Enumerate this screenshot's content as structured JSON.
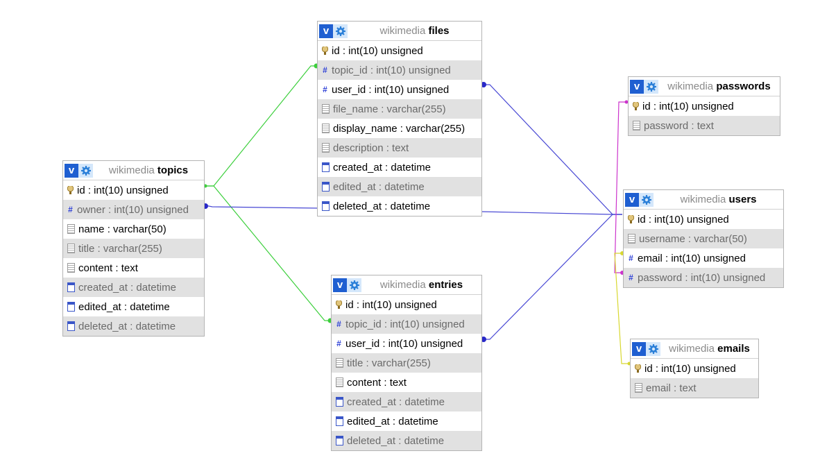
{
  "colors": {
    "green": "#3ccf3c",
    "blue": "#4848d4",
    "magenta": "#cc33cc",
    "yellow": "#d8d830"
  },
  "icons": {
    "primary_key": "key-icon",
    "integer": "hash-icon",
    "text": "text-field-icon",
    "datetime": "calendar-icon",
    "view_toggle": "v-toggle-icon",
    "options": "gear-icon"
  },
  "tables": {
    "files": {
      "db": "wikimedia",
      "name": "files",
      "columns": [
        {
          "label": "id : int(10) unsigned",
          "type": "key"
        },
        {
          "label": "topic_id : int(10) unsigned",
          "type": "int"
        },
        {
          "label": "user_id : int(10) unsigned",
          "type": "int"
        },
        {
          "label": "file_name : varchar(255)",
          "type": "text"
        },
        {
          "label": "display_name : varchar(255)",
          "type": "text"
        },
        {
          "label": "description : text",
          "type": "text"
        },
        {
          "label": "created_at : datetime",
          "type": "date"
        },
        {
          "label": "edited_at : datetime",
          "type": "date"
        },
        {
          "label": "deleted_at : datetime",
          "type": "date"
        }
      ]
    },
    "topics": {
      "db": "wikimedia",
      "name": "topics",
      "columns": [
        {
          "label": "id : int(10) unsigned",
          "type": "key"
        },
        {
          "label": "owner : int(10) unsigned",
          "type": "int"
        },
        {
          "label": "name : varchar(50)",
          "type": "text"
        },
        {
          "label": "title : varchar(255)",
          "type": "text"
        },
        {
          "label": "content : text",
          "type": "text"
        },
        {
          "label": "created_at : datetime",
          "type": "date"
        },
        {
          "label": "edited_at : datetime",
          "type": "date"
        },
        {
          "label": "deleted_at : datetime",
          "type": "date"
        }
      ]
    },
    "entries": {
      "db": "wikimedia",
      "name": "entries",
      "columns": [
        {
          "label": "id : int(10) unsigned",
          "type": "key"
        },
        {
          "label": "topic_id : int(10) unsigned",
          "type": "int"
        },
        {
          "label": "user_id : int(10) unsigned",
          "type": "int"
        },
        {
          "label": "title : varchar(255)",
          "type": "text"
        },
        {
          "label": "content : text",
          "type": "text"
        },
        {
          "label": "created_at : datetime",
          "type": "date"
        },
        {
          "label": "edited_at : datetime",
          "type": "date"
        },
        {
          "label": "deleted_at : datetime",
          "type": "date"
        }
      ]
    },
    "passwords": {
      "db": "wikimedia",
      "name": "passwords",
      "columns": [
        {
          "label": "id : int(10) unsigned",
          "type": "key"
        },
        {
          "label": "password : text",
          "type": "text"
        }
      ]
    },
    "users": {
      "db": "wikimedia",
      "name": "users",
      "columns": [
        {
          "label": "id : int(10) unsigned",
          "type": "key"
        },
        {
          "label": "username : varchar(50)",
          "type": "text"
        },
        {
          "label": "email : int(10) unsigned",
          "type": "int"
        },
        {
          "label": "password : int(10) unsigned",
          "type": "int"
        }
      ]
    },
    "emails": {
      "db": "wikimedia",
      "name": "emails",
      "columns": [
        {
          "label": "id : int(10) unsigned",
          "type": "key"
        },
        {
          "label": "email : text",
          "type": "text"
        }
      ]
    }
  }
}
